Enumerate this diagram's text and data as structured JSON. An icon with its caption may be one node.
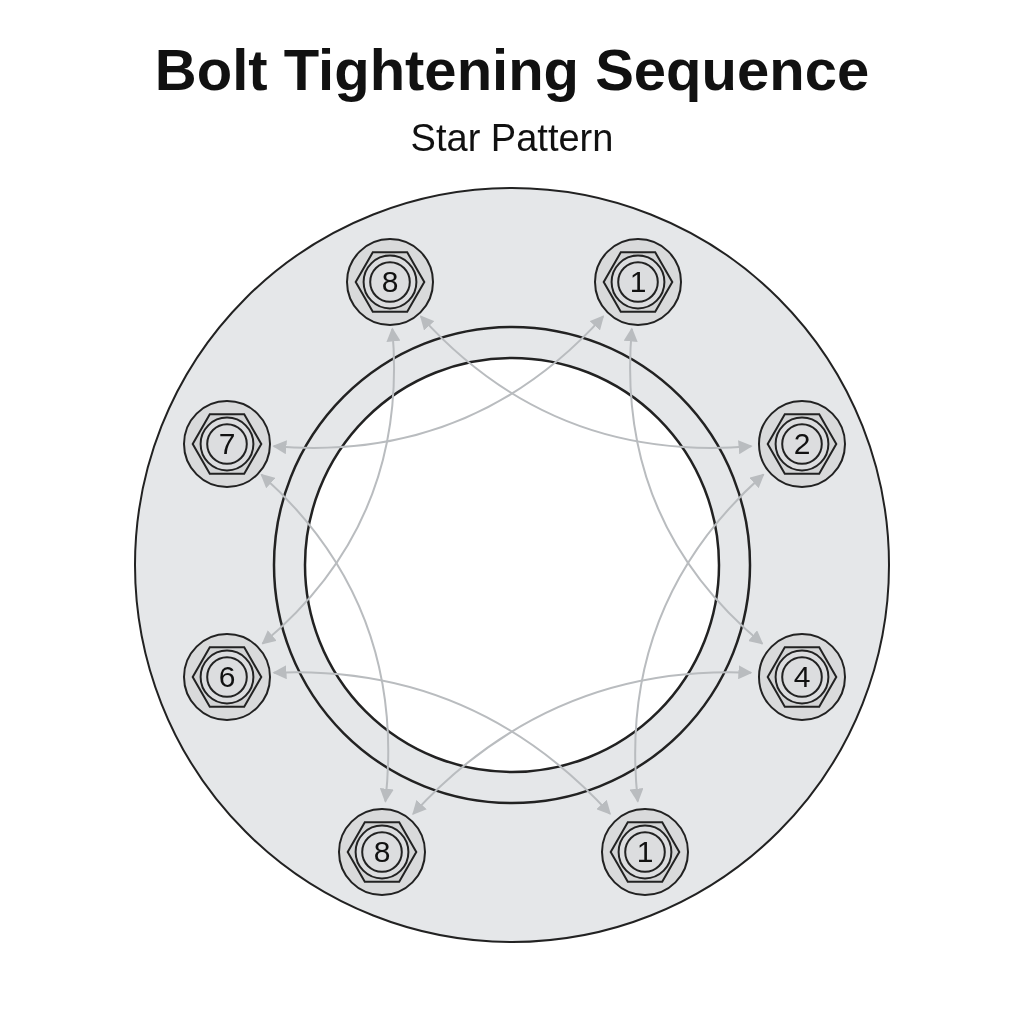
{
  "diagram": {
    "title": "Bolt Tightening Sequence",
    "nodes": [
      {
        "text": [],
        "shape": "circle"
      },
      {
        "text": [
          "8"
        ],
        "in": 0
      },
      {
        "text": [
          "1"
        ],
        "in": 0
      },
      {
        "text": [
          "7"
        ],
        "in": 0
      },
      {
        "text": [
          "2"
        ],
        "in": 0
      },
      {
        "text": [
          "6"
        ],
        "in": 0
      },
      {
        "text": [
          "4"
        ],
        "in": 0
      },
      {
        "text": [
          "8"
        ],
        "in": 0
      },
      {
        "text": [
          "1"
        ],
        "in": 0
      }
    ],
    "edges": [
      {
        "from": 1,
        "to": 5,
        "arrow": "both"
      },
      {
        "from": 3,
        "to": 7,
        "arrow": "both"
      },
      {
        "from": 2,
        "to": 6,
        "arrow": "both"
      },
      {
        "from": 4,
        "to": 8,
        "arrow": "both"
      },
      {
        "from": 3,
        "to": 2,
        "arrow": "both"
      },
      {
        "from": 1,
        "to": 4,
        "arrow": "both"
      },
      {
        "from": 5,
        "to": 8,
        "arrow": "both"
      },
      {
        "from": 7,
        "to": 6,
        "arrow": "both"
      }
    ],
    "labels": [
      "Star Pattern"
    ]
  }
}
